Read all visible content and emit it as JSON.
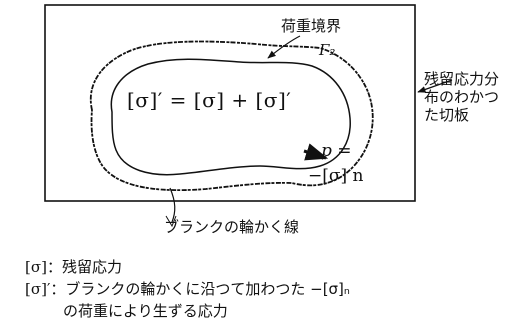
{
  "labels": {
    "plate": [
      "残留応力分",
      "布のわかつ",
      "た切板"
    ],
    "load_boundary": "荷重境界",
    "gamma_symbol": "Γ₂",
    "equation": "[σ]′ = [σ] + [σ]′",
    "p_symbol": "p =",
    "p_value": "−[σ] n",
    "blank_outline": "ブランクの輪かく線"
  },
  "legend": [
    {
      "key": "[σ]",
      "text": "：残留応力"
    },
    {
      "key": "[σ]′",
      "text": "：ブランクの輪かくに沿つて加わつた −[σ]ₙ"
    },
    {
      "key": "",
      "text": "の荷重により生ずる応力"
    }
  ]
}
